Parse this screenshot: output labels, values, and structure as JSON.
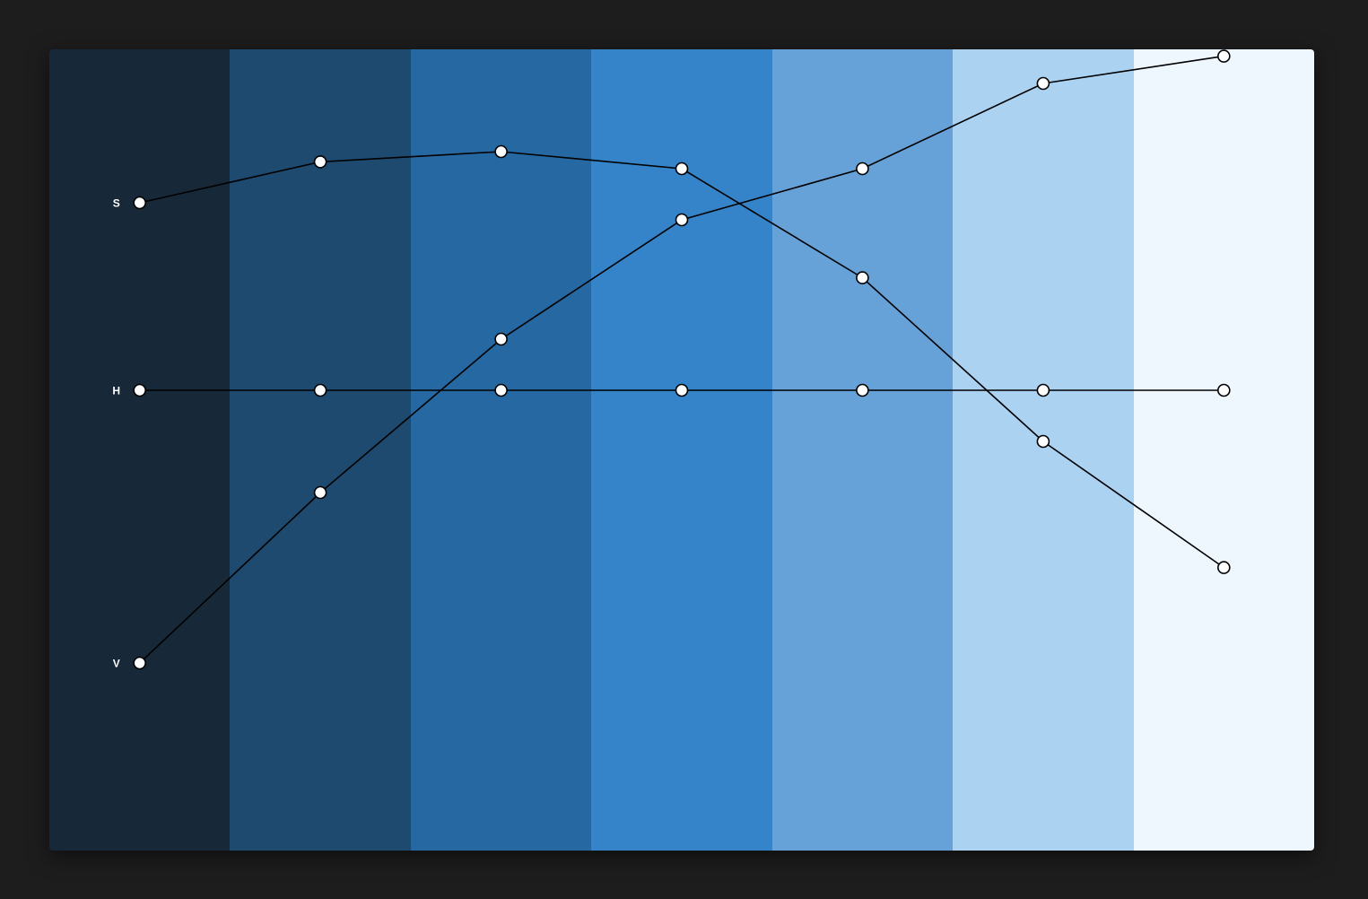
{
  "swatches": [
    {
      "color": "#172838"
    },
    {
      "color": "#1e4a6f"
    },
    {
      "color": "#2669a2"
    },
    {
      "color": "#3583c8"
    },
    {
      "color": "#66a1d7"
    },
    {
      "color": "#acd2f2"
    },
    {
      "color": "#eef6fe"
    }
  ],
  "curves": [
    {
      "key": "s",
      "label": "S",
      "values": [
        0.55,
        0.67,
        0.7,
        0.65,
        0.33,
        -0.15,
        -0.52
      ]
    },
    {
      "key": "h",
      "label": "H",
      "values": [
        0.0,
        0.0,
        0.0,
        0.0,
        0.0,
        0.0,
        0.0
      ]
    },
    {
      "key": "v",
      "label": "V",
      "values": [
        -0.8,
        -0.3,
        0.15,
        0.5,
        0.65,
        0.9,
        0.98
      ]
    }
  ]
}
